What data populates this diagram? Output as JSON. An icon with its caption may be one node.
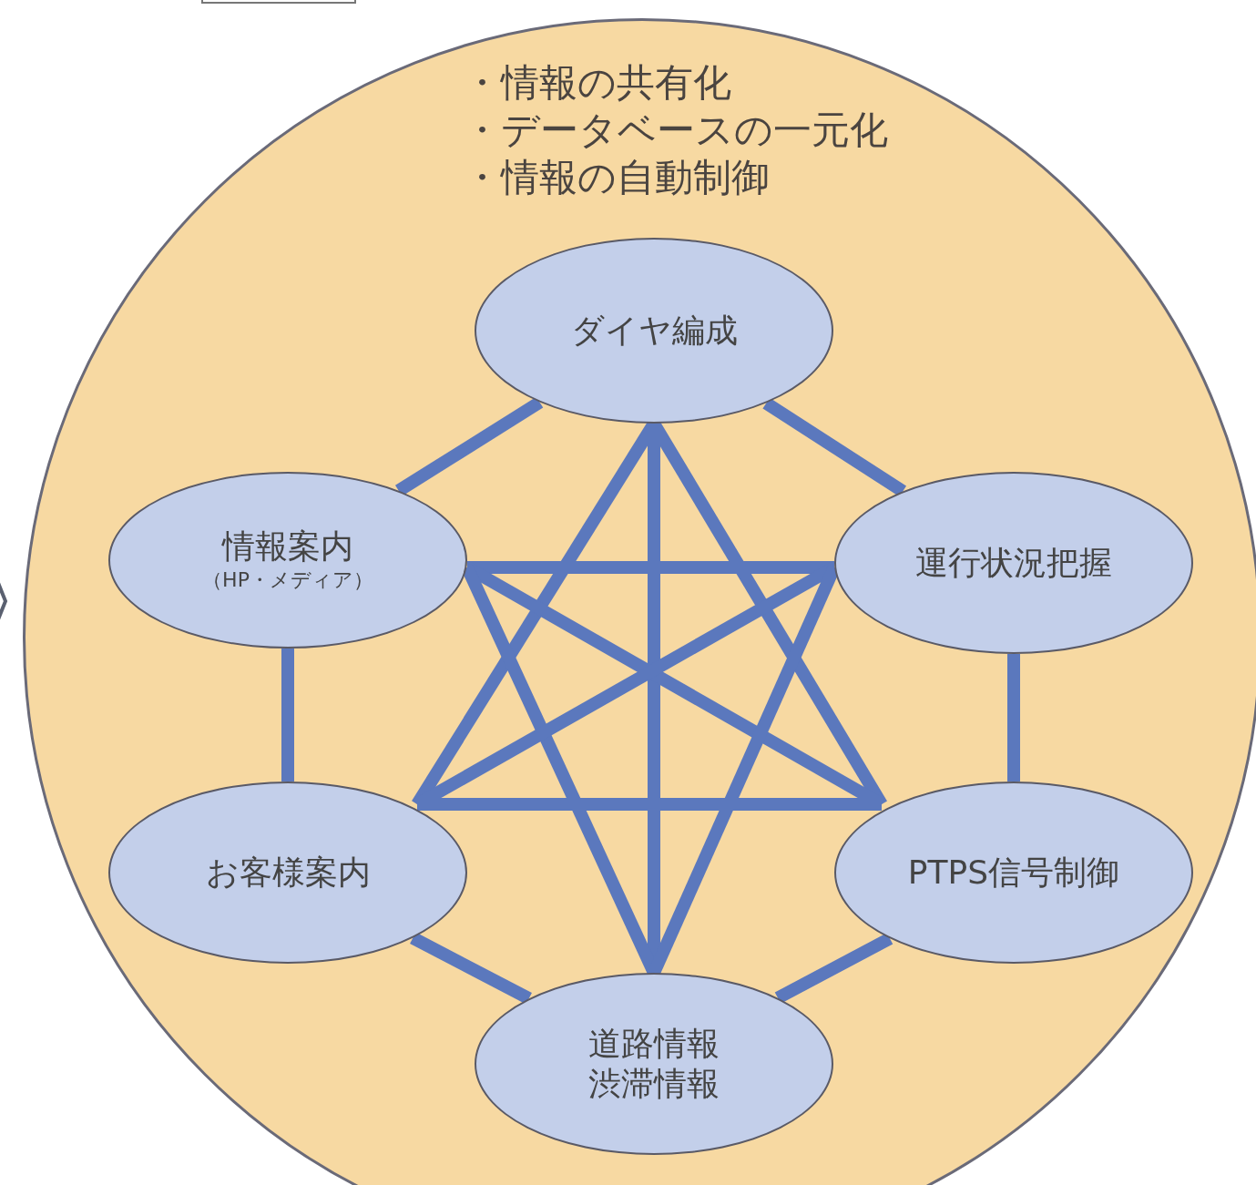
{
  "diagram": {
    "nodes": [
      {
        "text": [
          "・情報の共有化",
          "・データベースの一元化",
          "・情報の自動制御"
        ]
      },
      {
        "text": [
          "ダイヤ編成"
        ],
        "in": 0
      },
      {
        "text": [
          "情報案内",
          "（HP・メディア）"
        ],
        "in": 0
      },
      {
        "text": [
          "運行状況把握"
        ],
        "in": 0
      },
      {
        "text": [
          "お客様案内"
        ],
        "in": 0
      },
      {
        "text": [
          "PTPS信号制御"
        ],
        "in": 0
      },
      {
        "text": [
          "道路情報",
          "渋滞情報"
        ],
        "in": 0
      }
    ],
    "edges": [
      {
        "from": 1,
        "to": 2,
        "arrow": "none"
      },
      {
        "from": 1,
        "to": 3,
        "arrow": "none"
      },
      {
        "from": 1,
        "to": 4,
        "arrow": "none"
      },
      {
        "from": 1,
        "to": 5,
        "arrow": "none"
      },
      {
        "from": 1,
        "to": 6,
        "arrow": "none"
      },
      {
        "from": 2,
        "to": 3,
        "arrow": "none"
      },
      {
        "from": 2,
        "to": 4,
        "arrow": "none"
      },
      {
        "from": 2,
        "to": 5,
        "arrow": "none"
      },
      {
        "from": 2,
        "to": 6,
        "arrow": "none"
      },
      {
        "from": 3,
        "to": 4,
        "arrow": "none"
      },
      {
        "from": 3,
        "to": 5,
        "arrow": "none"
      },
      {
        "from": 3,
        "to": 6,
        "arrow": "none"
      },
      {
        "from": 4,
        "to": 5,
        "arrow": "none"
      },
      {
        "from": 4,
        "to": 6,
        "arrow": "none"
      },
      {
        "from": 5,
        "to": 6,
        "arrow": "none"
      }
    ]
  }
}
